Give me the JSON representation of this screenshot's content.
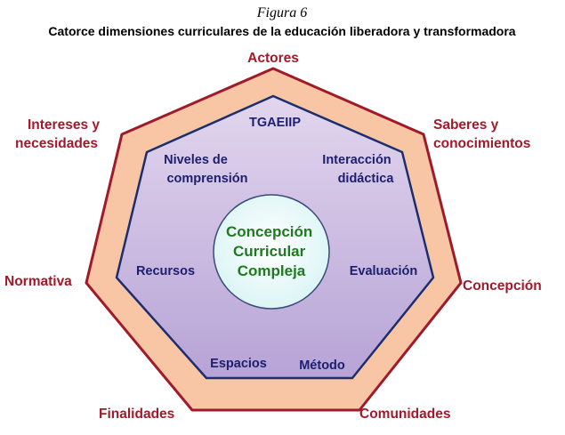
{
  "figure_label": "Figura 6",
  "title": "Catorce dimensiones curriculares de la educación liberadora y transformadora",
  "center": {
    "lines": [
      "Concepción",
      "Curricular",
      "Compleja"
    ]
  },
  "outer_dimensions": [
    {
      "id": "actores",
      "lines": [
        "Actores"
      ]
    },
    {
      "id": "saberes",
      "lines": [
        "Saberes y",
        "conocimientos"
      ]
    },
    {
      "id": "concepcion",
      "lines": [
        "Concepción"
      ]
    },
    {
      "id": "comunidades",
      "lines": [
        "Comunidades"
      ]
    },
    {
      "id": "finalidades",
      "lines": [
        "Finalidades"
      ]
    },
    {
      "id": "normativa",
      "lines": [
        "Normativa"
      ]
    },
    {
      "id": "intereses",
      "lines": [
        "Intereses y",
        "necesidades"
      ]
    }
  ],
  "inner_dimensions": [
    {
      "id": "tgaeiip",
      "lines": [
        "TGAEIIP"
      ]
    },
    {
      "id": "interaccion",
      "lines": [
        "Interacción",
        "didáctica"
      ]
    },
    {
      "id": "evaluacion",
      "lines": [
        "Evaluación"
      ]
    },
    {
      "id": "metodo",
      "lines": [
        "Método"
      ]
    },
    {
      "id": "espacios",
      "lines": [
        "Espacios"
      ]
    },
    {
      "id": "recursos",
      "lines": [
        "Recursos"
      ]
    },
    {
      "id": "niveles",
      "lines": [
        "Niveles de",
        "comprensión"
      ]
    }
  ],
  "colors": {
    "outer_stroke": "#a01a2a",
    "outer_fill": "#f8c6a5",
    "inner_stroke": "#1c2e6e",
    "inner_fill_top": "#e2d6ee",
    "inner_fill_bottom": "#b7a3d6",
    "center_stroke": "#3a4a7a",
    "center_fill": "#d8f4f4",
    "outer_text": "#a01a2a",
    "inner_text": "#1c1f6e",
    "center_text": "#1f7a1f"
  }
}
